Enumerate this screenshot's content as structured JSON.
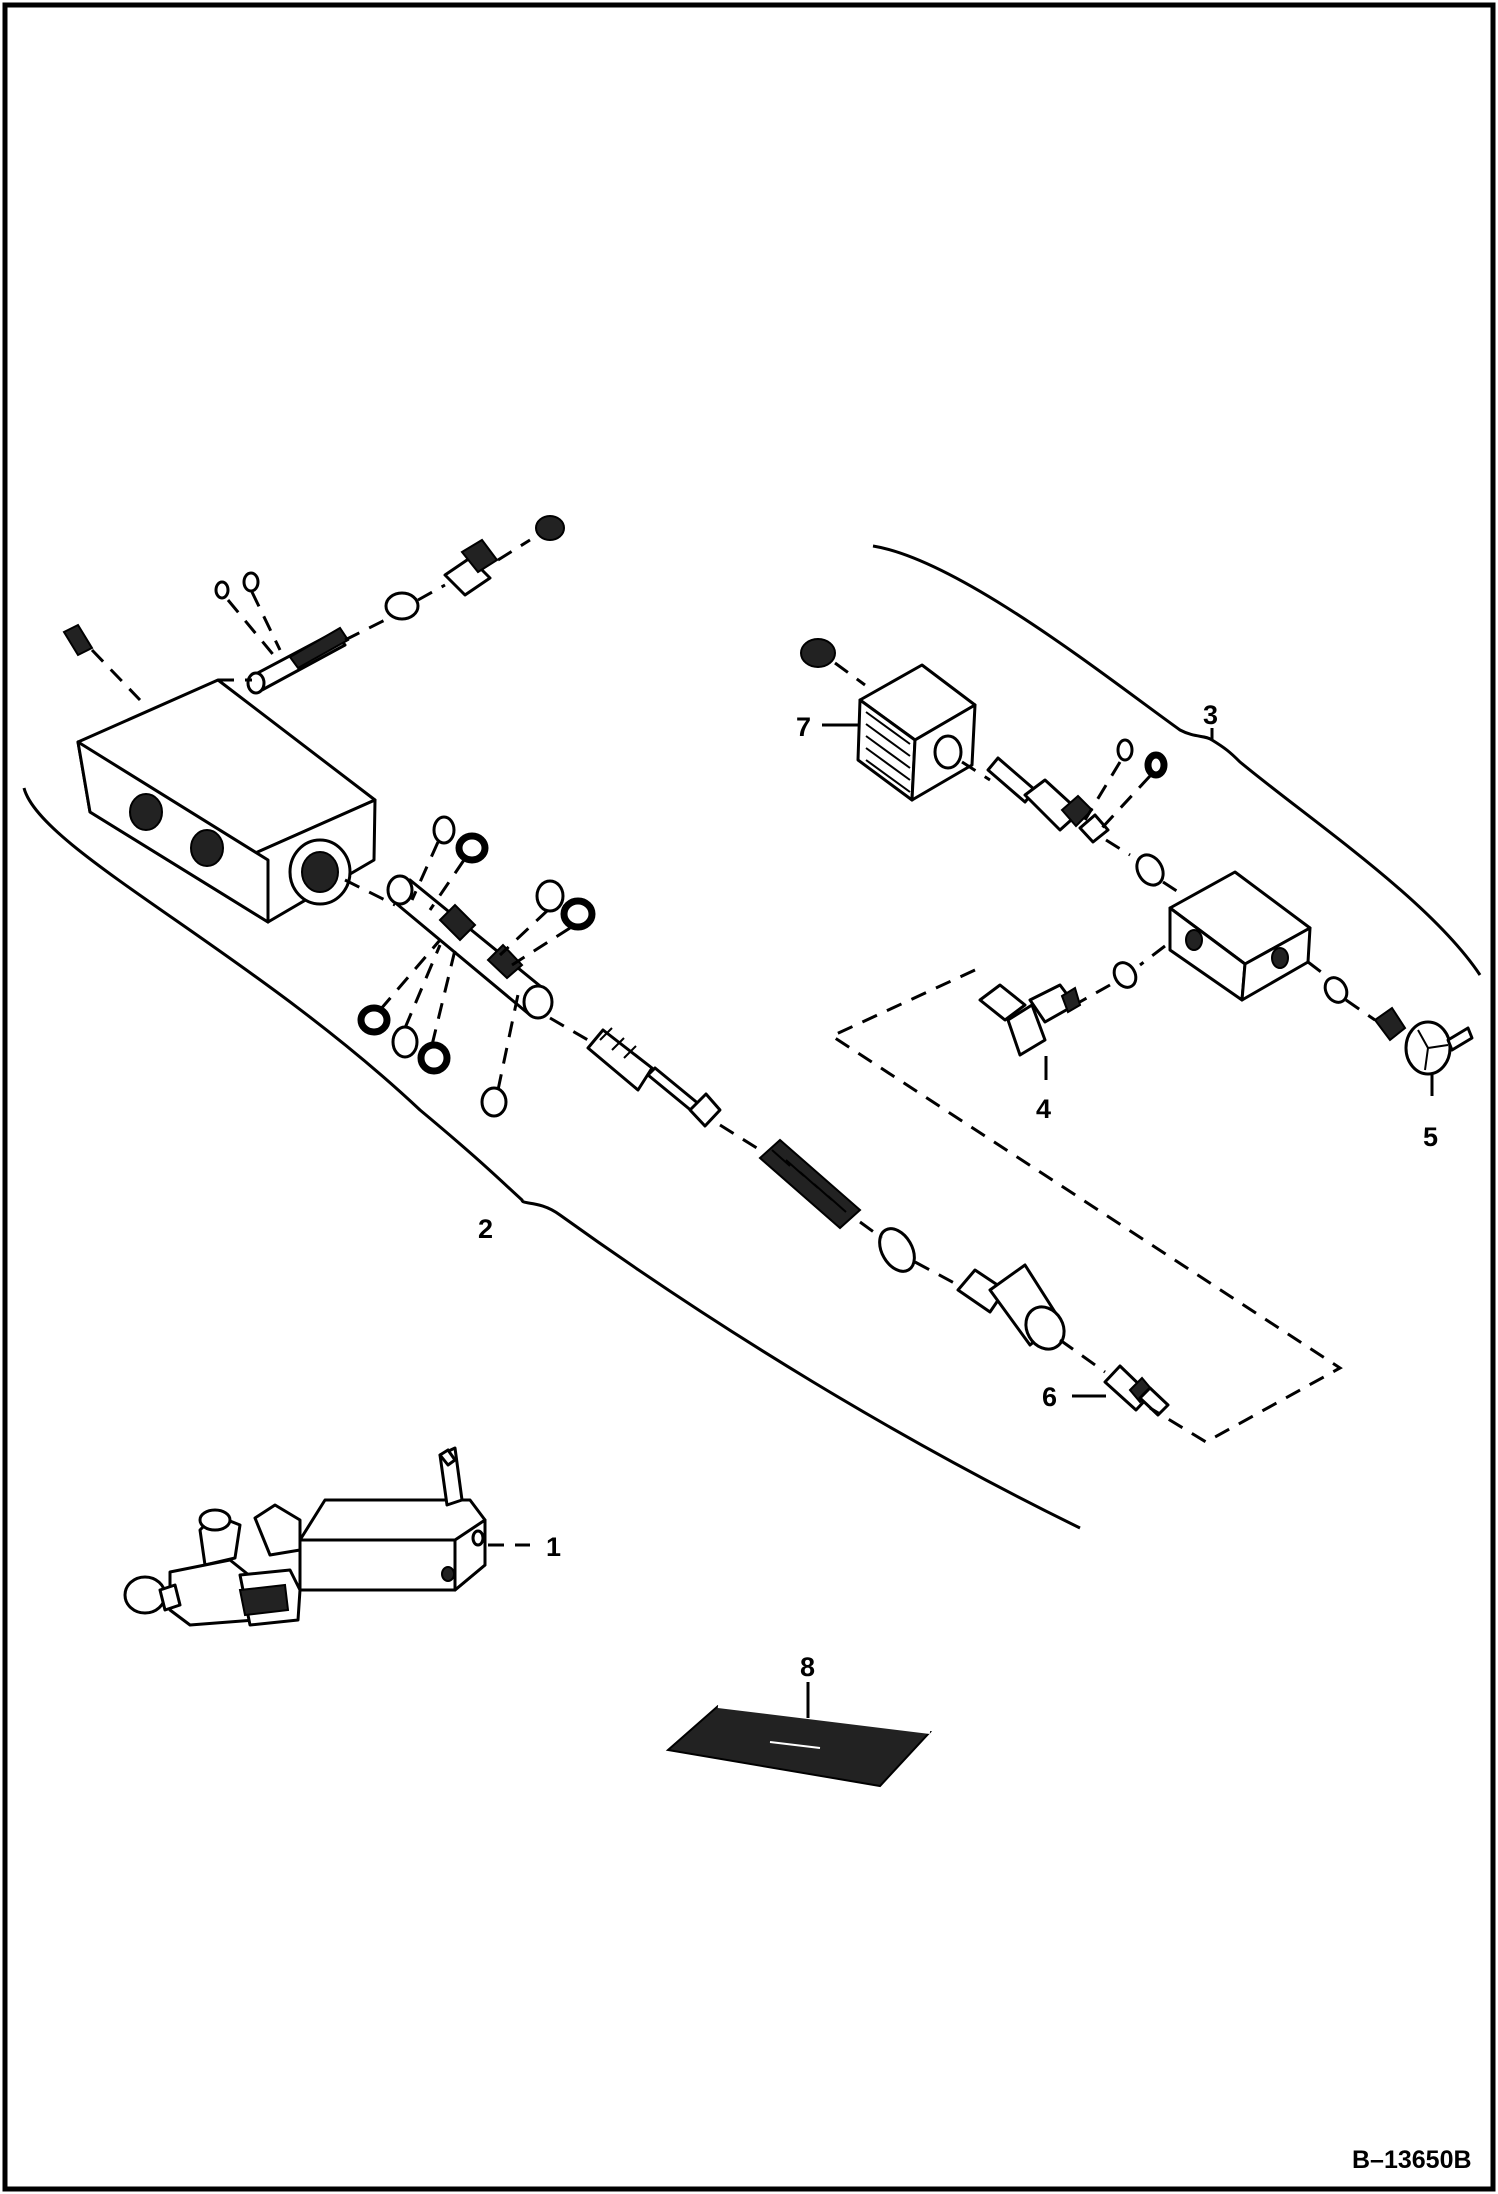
{
  "drawing": {
    "document_id": "B–13650B",
    "callouts": [
      {
        "id": "1",
        "label": "1"
      },
      {
        "id": "2",
        "label": "2"
      },
      {
        "id": "3",
        "label": "3"
      },
      {
        "id": "4",
        "label": "4"
      },
      {
        "id": "5",
        "label": "5"
      },
      {
        "id": "6",
        "label": "6"
      },
      {
        "id": "7",
        "label": "7"
      },
      {
        "id": "8",
        "label": "8"
      }
    ]
  }
}
